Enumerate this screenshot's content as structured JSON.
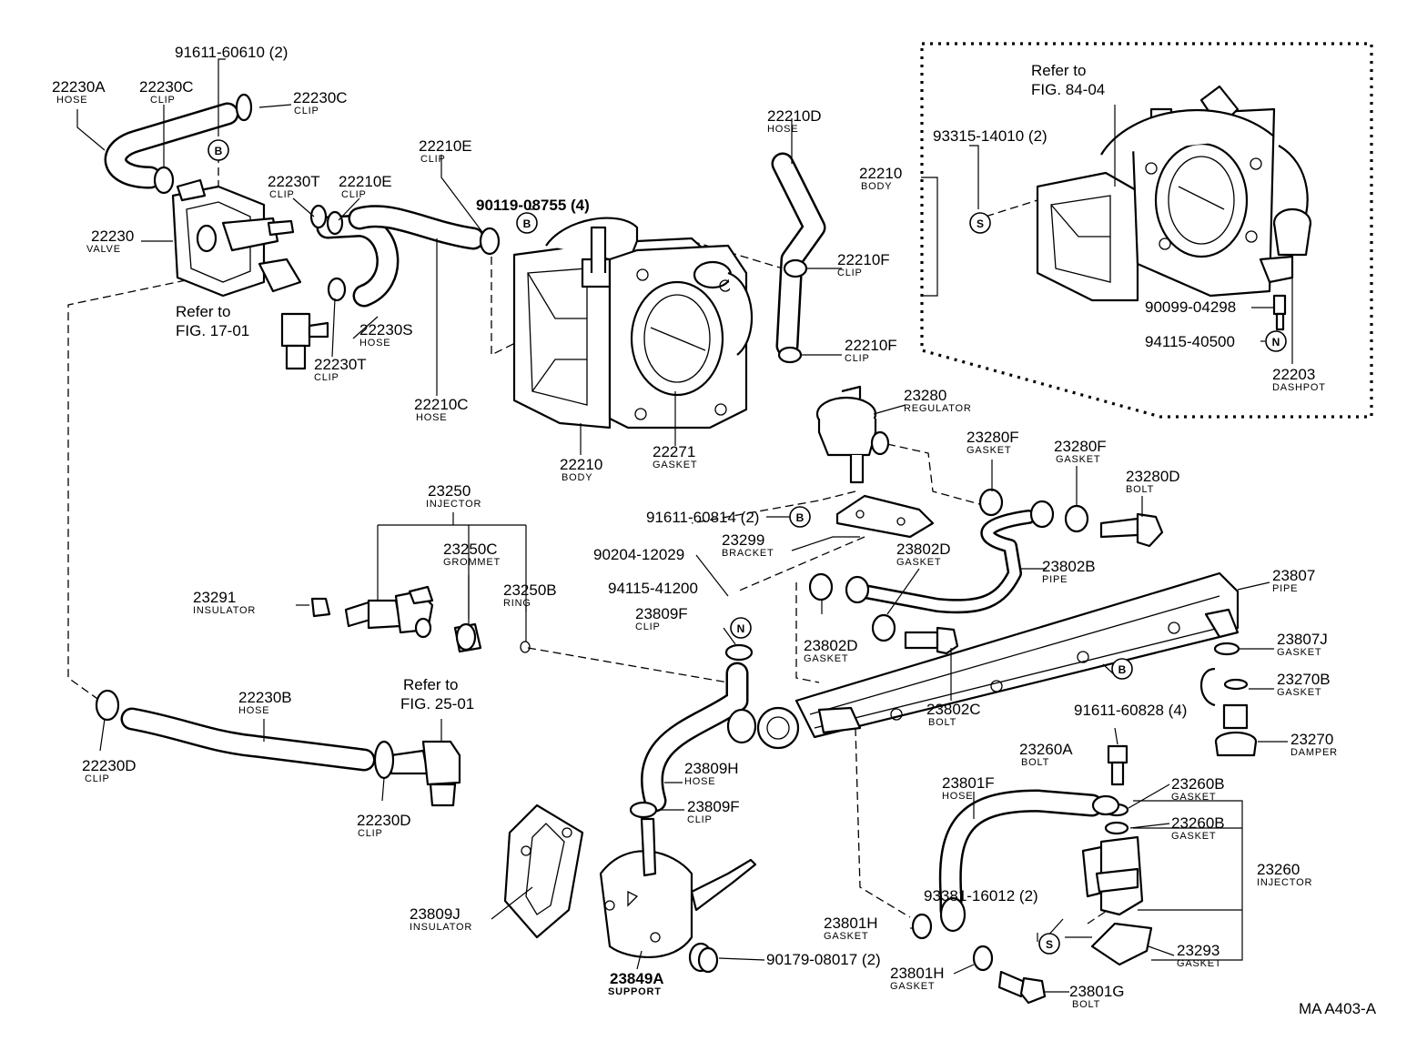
{
  "diagram": {
    "figure_code": "MA  A403-A",
    "refs": {
      "fig_84_04": [
        "Refer to",
        "FIG. 84-04"
      ],
      "fig_17_01": [
        "Refer to",
        "FIG. 17-01"
      ],
      "fig_25_01": [
        "Refer to",
        "FIG. 25-01"
      ]
    },
    "part_codes": {
      "p91611_60610": "91611-60610 (2)",
      "p90119_08755": "90119-08755 (4)",
      "p93315_14010": "93315-14010 (2)",
      "p90099_04298": "90099-04298",
      "p94115_40500": "94115-40500",
      "p91611_60814": "91611-60814 (2)",
      "p90204_12029": "90204-12029",
      "p94115_41200": "94115-41200",
      "p91611_60828": "91611-60828 (4)",
      "p93381_16012": "93381-16012 (2)",
      "p90179_08017": "90179-08017 (2)"
    },
    "markers": {
      "b": "B",
      "s": "S",
      "n": "N"
    },
    "labels": {
      "l22230A": {
        "num": "22230A",
        "name": "HOSE"
      },
      "l22230C1": {
        "num": "22230C",
        "name": "CLIP"
      },
      "l22230C2": {
        "num": "22230C",
        "name": "CLIP"
      },
      "l22230": {
        "num": "22230",
        "name": "VALVE"
      },
      "l22230T1": {
        "num": "22230T",
        "name": "CLIP"
      },
      "l22210E1": {
        "num": "22210E",
        "name": "CLIP"
      },
      "l22210E2": {
        "num": "22210E",
        "name": "CLIP"
      },
      "l22230S": {
        "num": "22230S",
        "name": "HOSE"
      },
      "l22230T2": {
        "num": "22230T",
        "name": "CLIP"
      },
      "l22210C": {
        "num": "22210C",
        "name": "HOSE"
      },
      "l22210D": {
        "num": "22210D",
        "name": "HOSE"
      },
      "l22210F1": {
        "num": "22210F",
        "name": "CLIP"
      },
      "l22210F2": {
        "num": "22210F",
        "name": "CLIP"
      },
      "l22210a": {
        "num": "22210",
        "name": "BODY"
      },
      "l22271": {
        "num": "22271",
        "name": "GASKET"
      },
      "l22210b": {
        "num": "22210",
        "name": "BODY"
      },
      "l22203": {
        "num": "22203",
        "name": "DASHPOT"
      },
      "l23280": {
        "num": "23280",
        "name": "REGULATOR"
      },
      "l23280F1": {
        "num": "23280F",
        "name": "GASKET"
      },
      "l23280F2": {
        "num": "23280F",
        "name": "GASKET"
      },
      "l23280D": {
        "num": "23280D",
        "name": "BOLT"
      },
      "l23250": {
        "num": "23250",
        "name": "INJECTOR"
      },
      "l23250C": {
        "num": "23250C",
        "name": "GROMMET"
      },
      "l23250B": {
        "num": "23250B",
        "name": "RING"
      },
      "l23291": {
        "num": "23291",
        "name": "INSULATOR"
      },
      "l23299": {
        "num": "23299",
        "name": "BRACKET"
      },
      "l23802D1": {
        "num": "23802D",
        "name": "GASKET"
      },
      "l23802B": {
        "num": "23802B",
        "name": "PIPE"
      },
      "l23807": {
        "num": "23807",
        "name": "PIPE"
      },
      "l23809F1": {
        "num": "23809F",
        "name": "CLIP"
      },
      "l23802D2": {
        "num": "23802D",
        "name": "GASKET"
      },
      "l23807J": {
        "num": "23807J",
        "name": "GASKET"
      },
      "l23270B": {
        "num": "23270B",
        "name": "GASKET"
      },
      "l23802C": {
        "num": "23802C",
        "name": "BOLT"
      },
      "l23270": {
        "num": "23270",
        "name": "DAMPER"
      },
      "l22230B": {
        "num": "22230B",
        "name": "HOSE"
      },
      "l22230D1": {
        "num": "22230D",
        "name": "CLIP"
      },
      "l22230D2": {
        "num": "22230D",
        "name": "CLIP"
      },
      "l23809H": {
        "num": "23809H",
        "name": "HOSE"
      },
      "l23809F2": {
        "num": "23809F",
        "name": "CLIP"
      },
      "l23260A": {
        "num": "23260A",
        "name": "BOLT"
      },
      "l23801F": {
        "num": "23801F",
        "name": "HOSE"
      },
      "l23260B1": {
        "num": "23260B",
        "name": "GASKET"
      },
      "l23260B2": {
        "num": "23260B",
        "name": "GASKET"
      },
      "l23260": {
        "num": "23260",
        "name": "INJECTOR"
      },
      "l23809J": {
        "num": "23809J",
        "name": "INSULATOR"
      },
      "l23849A": {
        "num": "23849A",
        "name": "SUPPORT"
      },
      "l23801H1": {
        "num": "23801H",
        "name": "GASKET"
      },
      "l23801H2": {
        "num": "23801H",
        "name": "GASKET"
      },
      "l23293": {
        "num": "23293",
        "name": "GASKET"
      },
      "l23801G": {
        "num": "23801G",
        "name": "BOLT"
      }
    }
  }
}
